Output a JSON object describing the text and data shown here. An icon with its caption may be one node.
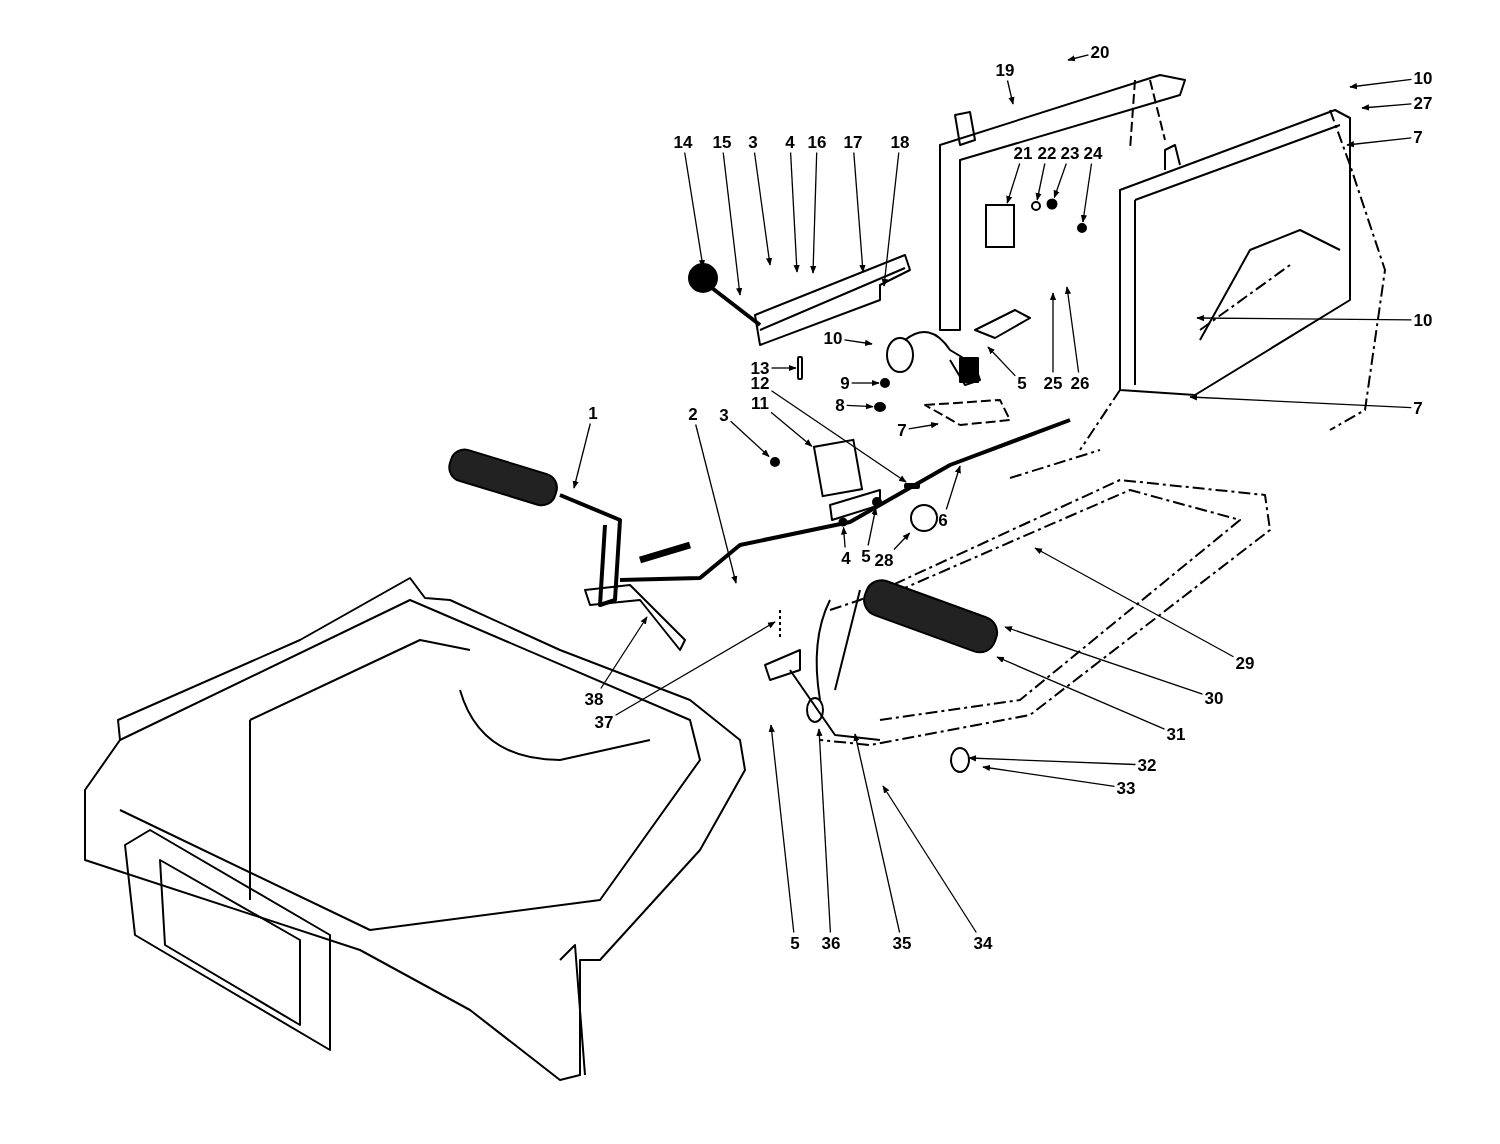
{
  "diagram": {
    "nodes": [
      {
        "text": [
          "20"
        ]
      },
      {
        "text": [
          "19"
        ]
      },
      {
        "text": [
          "10"
        ]
      },
      {
        "text": [
          "27"
        ]
      },
      {
        "text": [
          "7"
        ]
      },
      {
        "text": [
          "14"
        ]
      },
      {
        "text": [
          "15"
        ]
      },
      {
        "text": [
          "3"
        ]
      },
      {
        "text": [
          "4"
        ]
      },
      {
        "text": [
          "16"
        ]
      },
      {
        "text": [
          "17"
        ]
      },
      {
        "text": [
          "18"
        ]
      },
      {
        "text": [
          "21"
        ]
      },
      {
        "text": [
          "22"
        ]
      },
      {
        "text": [
          "23"
        ]
      },
      {
        "text": [
          "24"
        ]
      },
      {
        "text": [
          "10"
        ]
      },
      {
        "text": [
          "10"
        ]
      },
      {
        "text": [
          "13"
        ]
      },
      {
        "text": [
          "12"
        ]
      },
      {
        "text": [
          "9"
        ]
      },
      {
        "text": [
          "5"
        ]
      },
      {
        "text": [
          "25"
        ]
      },
      {
        "text": [
          "26"
        ]
      },
      {
        "text": [
          "8"
        ]
      },
      {
        "text": [
          "11"
        ]
      },
      {
        "text": [
          "7"
        ]
      },
      {
        "text": [
          "1"
        ]
      },
      {
        "text": [
          "2"
        ]
      },
      {
        "text": [
          "3"
        ]
      },
      {
        "text": [
          "7"
        ]
      },
      {
        "text": [
          "6"
        ]
      },
      {
        "text": [
          "4"
        ]
      },
      {
        "text": [
          "5"
        ]
      },
      {
        "text": [
          "28"
        ]
      },
      {
        "text": [
          "29"
        ]
      },
      {
        "text": [
          "30"
        ]
      },
      {
        "text": [
          "38"
        ]
      },
      {
        "text": [
          "37"
        ]
      },
      {
        "text": [
          "31"
        ]
      },
      {
        "text": [
          "32"
        ]
      },
      {
        "text": [
          "33"
        ]
      },
      {
        "text": [
          "5"
        ]
      },
      {
        "text": [
          "36"
        ]
      },
      {
        "text": [
          "35"
        ]
      },
      {
        "text": [
          "34"
        ]
      },
      {
        "text": [],
        "shape": "circle"
      },
      {
        "text": [],
        "shape": "circle"
      },
      {
        "text": [],
        "shape": "bar"
      },
      {
        "text": [],
        "shape": "bar"
      },
      {
        "text": [],
        "shape": "circle"
      },
      {
        "text": [],
        "shape": "circle"
      },
      {
        "text": [],
        "shape": "box"
      },
      {
        "text": [],
        "shape": "circle"
      },
      {
        "text": [],
        "shape": "circle"
      },
      {
        "text": [],
        "shape": "box"
      },
      {
        "text": [],
        "shape": "circle"
      },
      {
        "text": [],
        "shape": "circle"
      },
      {
        "text": [],
        "shape": "circle"
      }
    ],
    "edges": [
      {
        "from": 0,
        "to": null,
        "arrow": "to"
      },
      {
        "from": 1,
        "to": null,
        "arrow": "to"
      },
      {
        "from": 2,
        "to": null,
        "arrow": "to"
      },
      {
        "from": 3,
        "to": null,
        "arrow": "to"
      },
      {
        "from": 4,
        "to": null,
        "arrow": "to"
      },
      {
        "from": 5,
        "to": null,
        "arrow": "to"
      },
      {
        "from": 6,
        "to": null,
        "arrow": "to"
      },
      {
        "from": 7,
        "to": null,
        "arrow": "to"
      },
      {
        "from": 8,
        "to": null,
        "arrow": "to"
      },
      {
        "from": 9,
        "to": null,
        "arrow": "to"
      },
      {
        "from": 10,
        "to": null,
        "arrow": "to"
      },
      {
        "from": 11,
        "to": null,
        "arrow": "to"
      },
      {
        "from": 12,
        "to": 55,
        "arrow": "to"
      },
      {
        "from": 13,
        "to": 46,
        "arrow": "to"
      },
      {
        "from": 14,
        "to": 47,
        "arrow": "to"
      },
      {
        "from": 15,
        "to": 56,
        "arrow": "to"
      },
      {
        "from": 16,
        "to": null,
        "arrow": "to"
      },
      {
        "from": 17,
        "to": null,
        "arrow": "to"
      },
      {
        "from": 18,
        "to": 48,
        "arrow": "to"
      },
      {
        "from": 19,
        "to": 49,
        "arrow": "to"
      },
      {
        "from": 20,
        "to": 50,
        "arrow": "to"
      },
      {
        "from": 21,
        "to": null,
        "arrow": "to"
      },
      {
        "from": 22,
        "to": null,
        "arrow": "to"
      },
      {
        "from": 23,
        "to": null,
        "arrow": "to"
      },
      {
        "from": 24,
        "to": 51,
        "arrow": "to"
      },
      {
        "from": 25,
        "to": 52,
        "arrow": "to"
      },
      {
        "from": 26,
        "to": null,
        "arrow": "to"
      },
      {
        "from": 27,
        "to": null,
        "arrow": "to"
      },
      {
        "from": 28,
        "to": null,
        "arrow": "to"
      },
      {
        "from": 29,
        "to": 57,
        "arrow": "to"
      },
      {
        "from": 30,
        "to": null,
        "arrow": "to"
      },
      {
        "from": 31,
        "to": null,
        "arrow": "to"
      },
      {
        "from": 32,
        "to": 53,
        "arrow": "to"
      },
      {
        "from": 33,
        "to": 58,
        "arrow": "to"
      },
      {
        "from": 34,
        "to": 54,
        "arrow": "to"
      },
      {
        "from": 35,
        "to": null,
        "arrow": "to"
      },
      {
        "from": 36,
        "to": null,
        "arrow": "to"
      },
      {
        "from": 37,
        "to": null,
        "arrow": "to"
      },
      {
        "from": 38,
        "to": null,
        "arrow": "to"
      },
      {
        "from": 39,
        "to": null,
        "arrow": "to"
      },
      {
        "from": 40,
        "to": null,
        "arrow": "to"
      },
      {
        "from": 41,
        "to": null,
        "arrow": "to"
      },
      {
        "from": 42,
        "to": null,
        "arrow": "to"
      },
      {
        "from": 43,
        "to": null,
        "arrow": "to"
      },
      {
        "from": 44,
        "to": null,
        "arrow": "to"
      },
      {
        "from": 45,
        "to": null,
        "arrow": "to"
      }
    ]
  }
}
